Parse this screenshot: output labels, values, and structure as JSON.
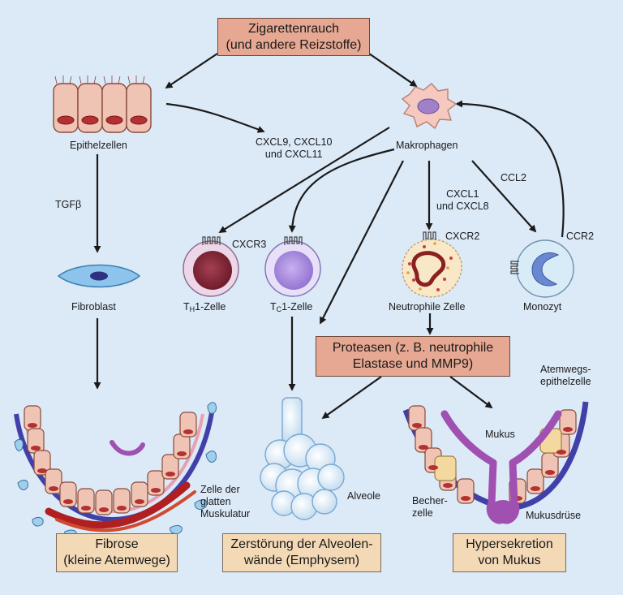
{
  "colors": {
    "background": "#dce9f7",
    "red_box": "#e6a892",
    "tan_box": "#f3d9b6",
    "arrow": "#1a1a1a"
  },
  "top_box": {
    "line1": "Zigarettenrauch",
    "line2": "(und andere Reizstoffe)"
  },
  "protease_box": {
    "line1": "Proteasen (z. B. neutrophile",
    "line2": "Elastase und MMP9)"
  },
  "cells": {
    "epithel": "Epithelzellen",
    "makrophagen": "Makrophagen",
    "fibroblast": "Fibroblast",
    "th1_prefix": "T",
    "th1_sub": "H",
    "th1_suffix": "1-Zelle",
    "tc1_prefix": "T",
    "tc1_sub": "C",
    "tc1_suffix": "1-Zelle",
    "neutrophil": "Neutrophile Zelle",
    "monozyt": "Monozyt"
  },
  "mediators": {
    "cxcl9_line1": "CXCL9, CXCL10",
    "cxcl9_line2": "und CXCL11",
    "tgfb": "TGFβ",
    "cxcl1_line1": "CXCL1",
    "cxcl1_line2": "und CXCL8",
    "ccl2": "CCL2"
  },
  "receptors": {
    "cxcr3": "CXCR3",
    "cxcr2": "CXCR2",
    "ccr2": "CCR2"
  },
  "annotations": {
    "smooth_muscle_1": "Zelle der",
    "smooth_muscle_2": "glatten",
    "smooth_muscle_3": "Muskulatur",
    "alveole": "Alveole",
    "mukus": "Mukus",
    "airway_epi_1": "Atemwegs-",
    "airway_epi_2": "epithelzelle",
    "becher_1": "Becher-",
    "becher_2": "zelle",
    "mukusdruese": "Mukusdrüse"
  },
  "outcomes": {
    "fibrose_1": "Fibrose",
    "fibrose_2": "(kleine Atemwege)",
    "emphysem_1": "Zerstörung der Alveolen-",
    "emphysem_2": "wände (Emphysem)",
    "hyper_1": "Hypersekretion",
    "hyper_2": "von Mukus"
  }
}
